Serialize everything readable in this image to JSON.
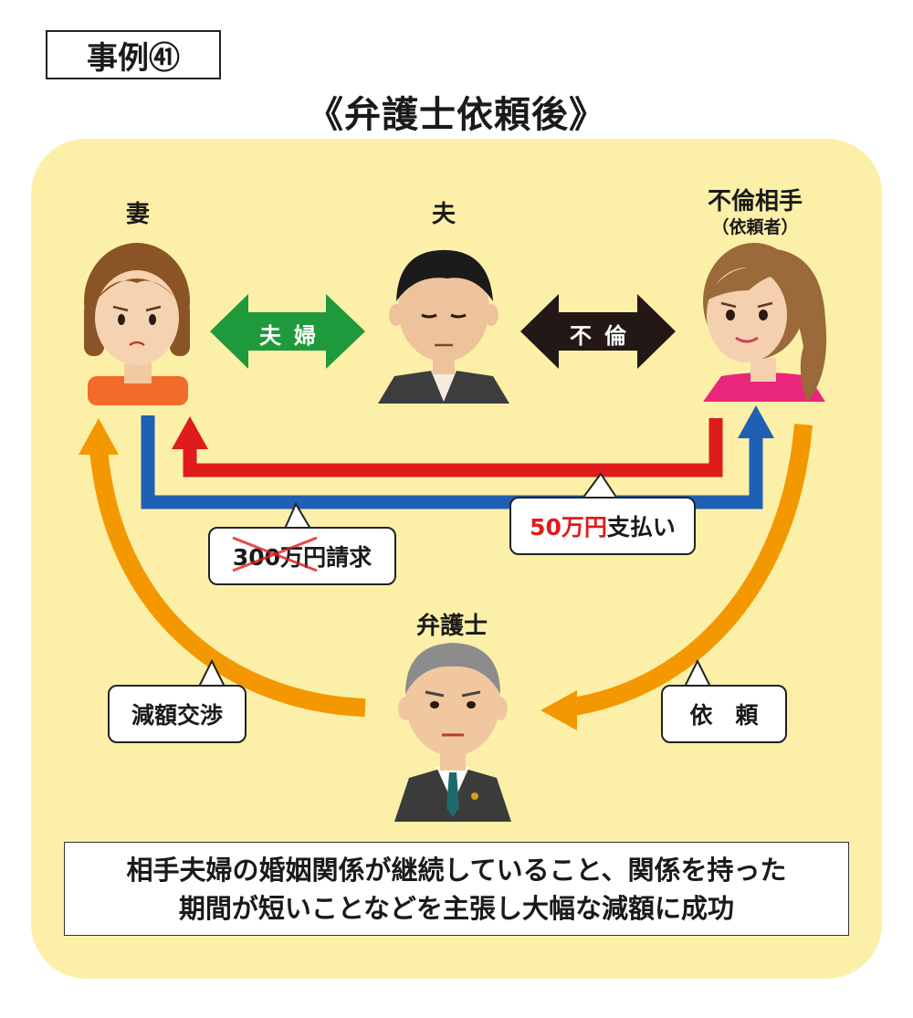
{
  "case_label": "事例㊶",
  "title": "《弁護士依頼後》",
  "persons": {
    "wife": "妻",
    "husband": "夫",
    "partner": "不倫相手",
    "partner_sub": "（依頼者）",
    "lawyer": "弁護士"
  },
  "arrows": {
    "couple": "夫婦",
    "affair": "不倫"
  },
  "callouts": {
    "claim_amount": "300万円",
    "claim_suffix": "請求",
    "paid_amount": "50万円",
    "paid_suffix": "支払い",
    "negotiation": "減額交渉",
    "request": "依　頼"
  },
  "summary": {
    "line1": "相手夫婦の婚姻関係が継続していること、関係を持った",
    "line2": "期間が短いことなどを主張し大幅な減額に成功"
  },
  "colors": {
    "panel": "#fcf0a8",
    "green_arrow": "#1e9a3c",
    "black_arrow": "#231815",
    "red_line": "#e01b1b",
    "blue_line": "#1f5fb4",
    "orange_line": "#f39800"
  }
}
